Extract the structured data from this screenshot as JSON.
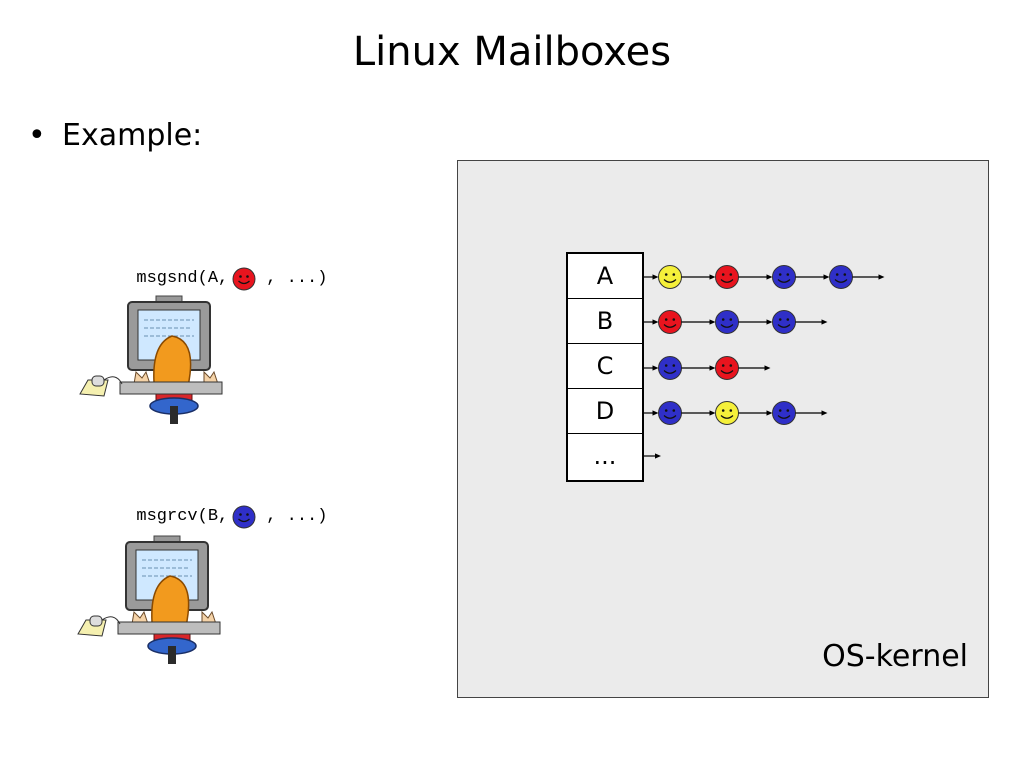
{
  "slide": {
    "title": "Linux Mailboxes",
    "bullet_symbol": "•",
    "bullet_text": "Example:"
  },
  "calls": {
    "send": {
      "prefix": "msgsnd(A,",
      "suffix": ", ...)",
      "message_color": "red"
    },
    "recv": {
      "prefix": "msgrcv(B,",
      "suffix": ", ...)",
      "message_color": "blue"
    }
  },
  "kernel": {
    "label": "OS-kernel",
    "mailboxes": [
      {
        "label": "A",
        "queue": [
          "yellow",
          "red",
          "blue",
          "blue"
        ]
      },
      {
        "label": "B",
        "queue": [
          "red",
          "blue",
          "blue"
        ]
      },
      {
        "label": "C",
        "queue": [
          "blue",
          "red"
        ]
      },
      {
        "label": "D",
        "queue": [
          "blue",
          "yellow",
          "blue"
        ]
      },
      {
        "label": "...",
        "queue": []
      }
    ]
  },
  "colors": {
    "red": "#e8141e",
    "blue": "#2f2fc8",
    "yellow": "#f5f03a",
    "kernel_bg": "#ebebeb"
  }
}
